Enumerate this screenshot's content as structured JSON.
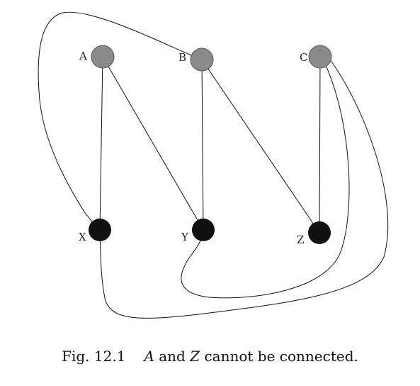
{
  "diagram": {
    "nodes": [
      {
        "id": "A",
        "label": "A",
        "color": "#8a8a8a"
      },
      {
        "id": "B",
        "label": "B",
        "color": "#8a8a8a"
      },
      {
        "id": "C",
        "label": "C",
        "color": "#8a8a8a"
      },
      {
        "id": "X",
        "label": "X",
        "color": "#111111"
      },
      {
        "id": "Y",
        "label": "Y",
        "color": "#111111"
      },
      {
        "id": "Z",
        "label": "Z",
        "color": "#111111"
      }
    ],
    "edges": [
      {
        "from": "A",
        "to": "X"
      },
      {
        "from": "A",
        "to": "Y"
      },
      {
        "from": "B",
        "to": "Y"
      },
      {
        "from": "B",
        "to": "Z"
      },
      {
        "from": "B",
        "to": "X"
      },
      {
        "from": "C",
        "to": "Z"
      },
      {
        "from": "C",
        "to": "Y"
      },
      {
        "from": "C",
        "to": "X"
      }
    ]
  },
  "caption": {
    "figure": "Fig. 12.1",
    "var_a": "A",
    "and": "and",
    "var_z": "Z",
    "rest": "cannot be connected."
  }
}
